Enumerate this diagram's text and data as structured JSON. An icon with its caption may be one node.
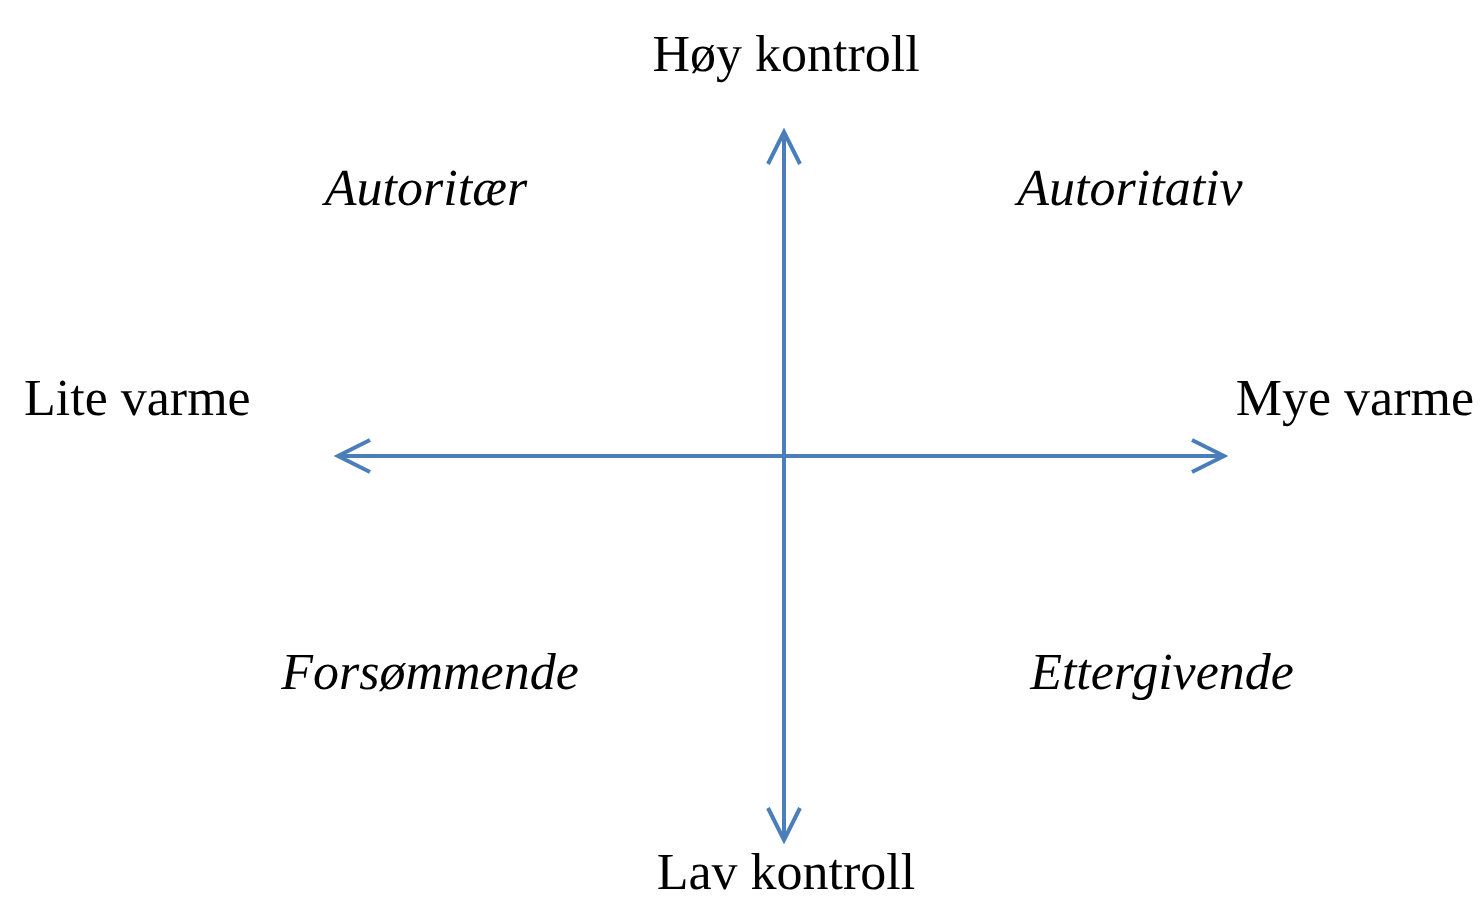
{
  "diagram": {
    "labels": [
      "Høy kontroll",
      "Autoritær",
      "Autoritativ",
      "Lite varme",
      "Mye varme",
      "Forsømmende",
      "Ettergivende",
      "Lav kontroll"
    ]
  }
}
